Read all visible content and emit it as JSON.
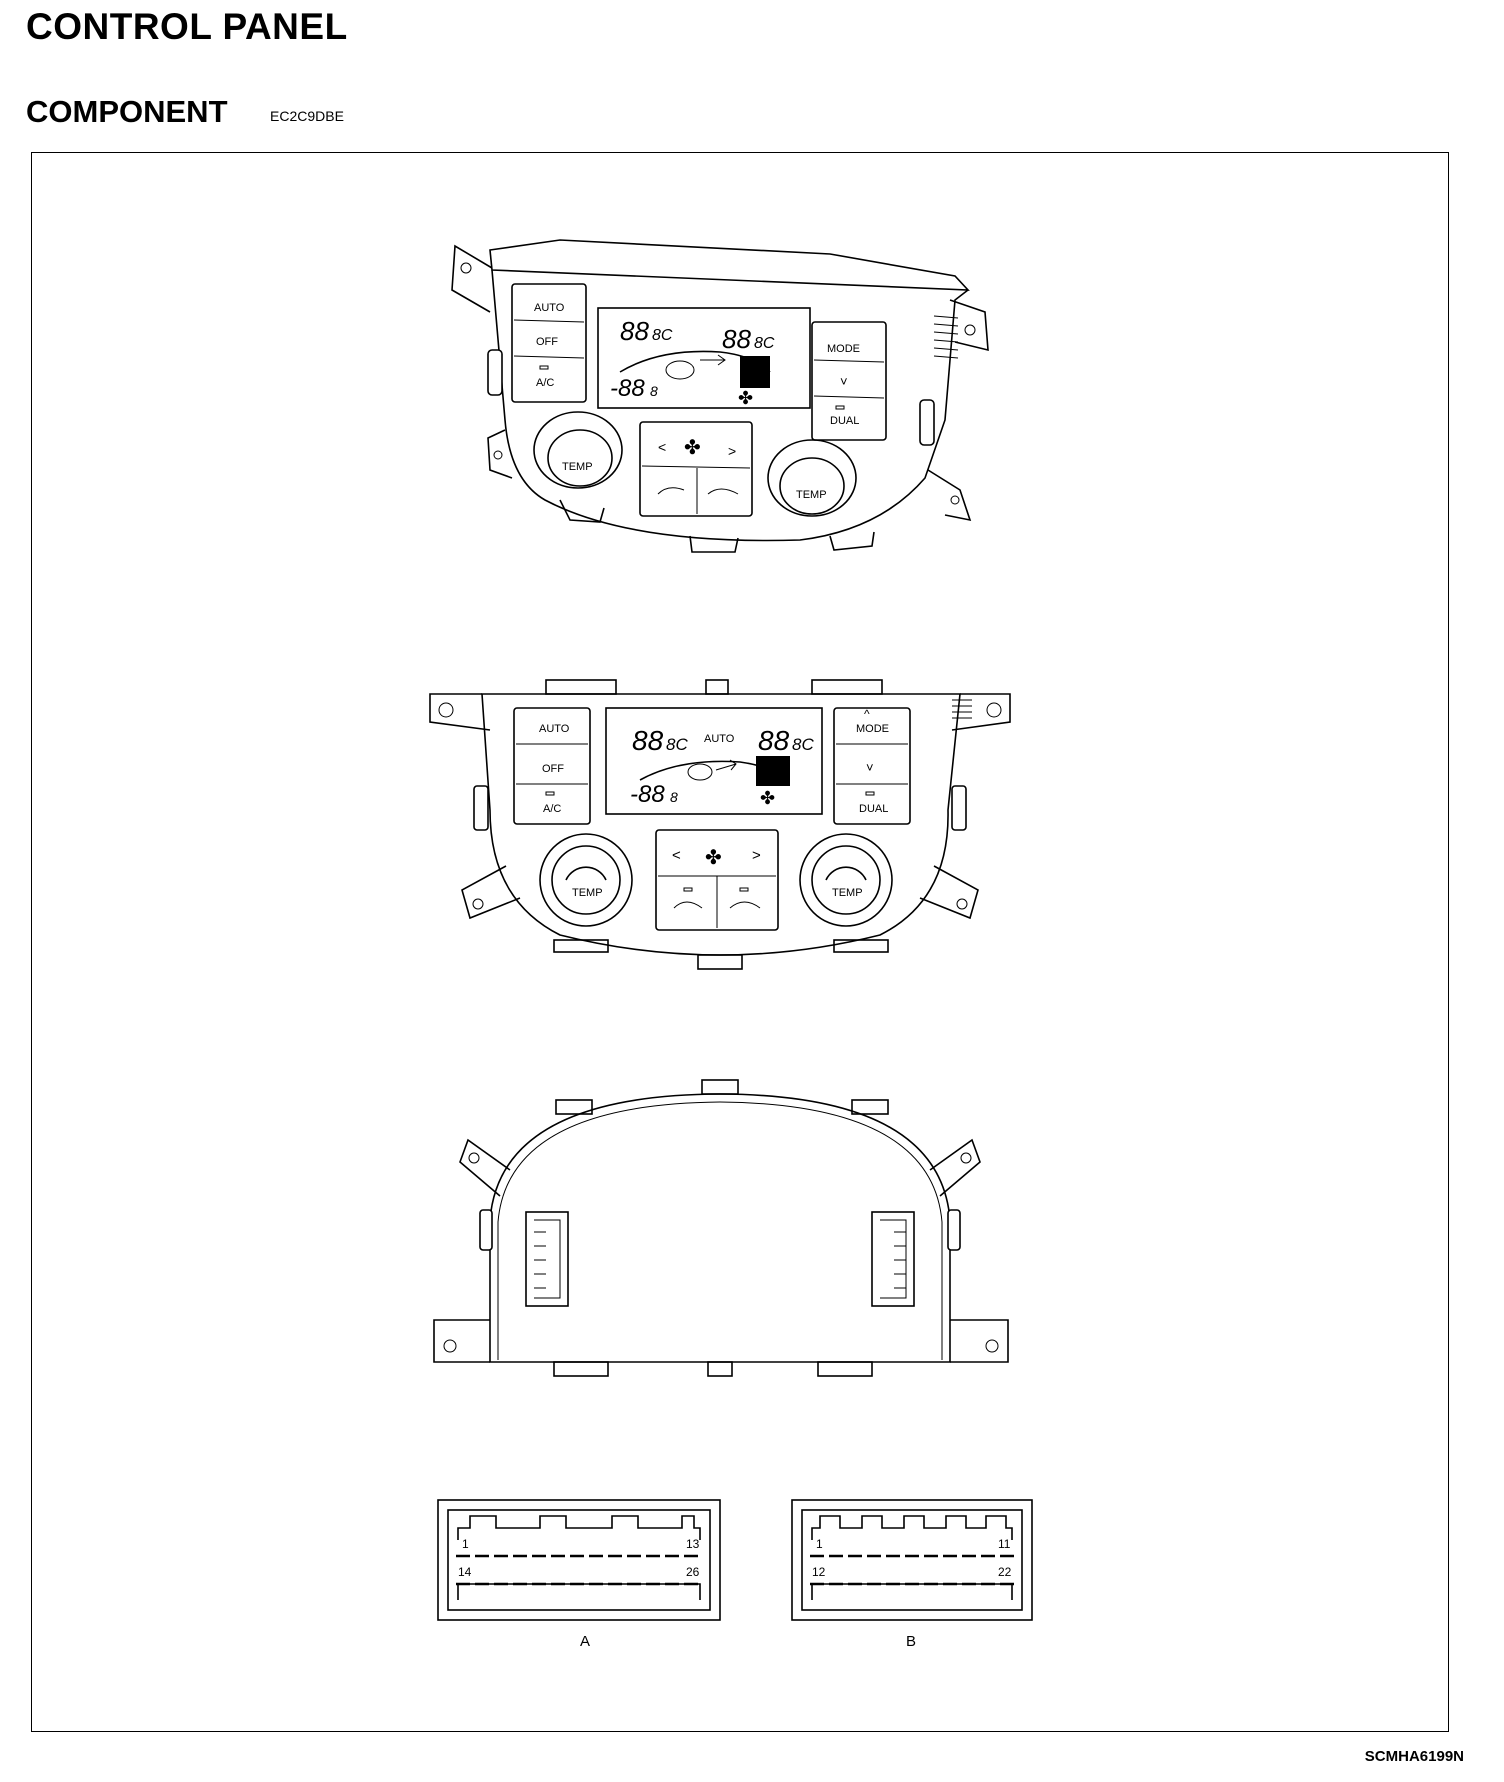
{
  "header": {
    "title": "CONTROL PANEL",
    "subtitle": "COMPONENT",
    "code": "EC2C9DBE"
  },
  "figure_ref": "SCMHA6199N",
  "panel": {
    "left_buttons": [
      "AUTO",
      "OFF",
      "A/C"
    ],
    "right_buttons": [
      "MODE",
      "˅",
      "DUAL"
    ],
    "display": {
      "left_temp": "88",
      "left_unit": "8C",
      "right_temp": "88",
      "right_unit": "8C",
      "outside_temp": "-88",
      "outside_unit": "8",
      "auto_indicator": "AUTO"
    },
    "fan_left": "<",
    "fan_right": ">",
    "knob_label": "TEMP"
  },
  "connectors": [
    {
      "label": "A",
      "pin_top_left": "1",
      "pin_top_right": "13",
      "pin_bottom_left": "14",
      "pin_bottom_right": "26"
    },
    {
      "label": "B",
      "pin_top_left": "1",
      "pin_top_right": "11",
      "pin_bottom_left": "12",
      "pin_bottom_right": "22"
    }
  ]
}
